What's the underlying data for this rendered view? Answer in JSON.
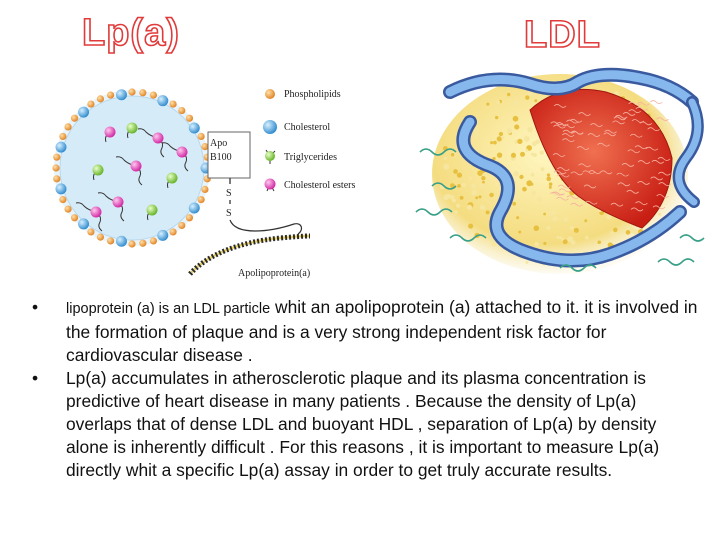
{
  "titles": {
    "lpa": "Lp(a)",
    "ldl": "LDL"
  },
  "lpa_diagram": {
    "apo_label": "Apo",
    "apo_label_2": "B100",
    "ss_label_1": "S",
    "ss_label_2": "S",
    "apolipoprotein_label": "Apolipoprotein(a)",
    "legend": [
      {
        "label": "Phospholipids",
        "color": "#f0a040",
        "icon": "orange-sphere-icon"
      },
      {
        "label": "Cholesterol",
        "color": "#4aa8e0",
        "icon": "blue-sphere-icon"
      },
      {
        "label": "Triglycerides",
        "color": "#8ed14a",
        "icon": "green-molecule-icon"
      },
      {
        "label": "Cholesterol esters",
        "color": "#e040b0",
        "icon": "pink-molecule-icon"
      }
    ],
    "colors": {
      "shell": "#f0a040",
      "core": "#d8ecf8",
      "cholesterol": "#4aa8e0",
      "chain": "#333333"
    }
  },
  "ldl_diagram": {
    "colors": {
      "outer": "#f2e08a",
      "core": "#e23a2a",
      "protein": "#6aa0dc",
      "tails": "#3aa088"
    }
  },
  "bullets": [
    {
      "lead": "lipoprotein (a) is an LDL particle",
      "rest": " whit an apolipoprotein (a) attached to it. it is involved in the formation of plaque and is a very strong independent risk factor for cardiovascular disease ."
    },
    {
      "lead": "",
      "rest": "Lp(a) accumulates in atherosclerotic plaque and its plasma concentration is predictive of heart disease in many patients . Because the density of Lp(a) overlaps that of dense  LDL and buoyant HDL , separation of Lp(a) by density alone is inherently difficult . For this reasons , it is important to measure Lp(a)  directly whit a specific Lp(a) assay in order to get truly accurate results."
    }
  ]
}
